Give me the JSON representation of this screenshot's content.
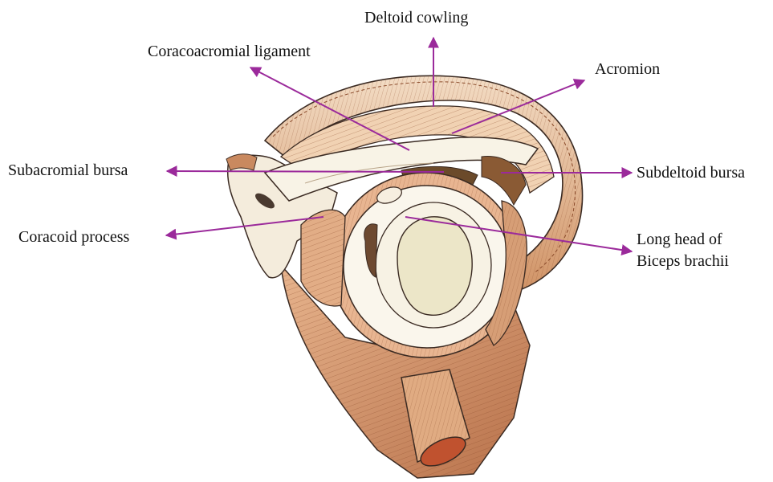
{
  "labels": {
    "deltoid_cowling": "Deltoid cowling",
    "coracoacromial_ligament": "Coracoacromial ligament",
    "acromion": "Acromion",
    "subacromial_bursa": "Subacromial bursa",
    "subdeltoid_bursa": "Subdeltoid bursa",
    "coracoid_process": "Coracoid process",
    "long_head_line1": "Long head of",
    "long_head_line2": "Biceps brachii"
  },
  "colors": {
    "arrow": "#9b2a9b",
    "muscle": "#d9a27a",
    "muscle_dark": "#a9603a",
    "bone": "#f6f1e4",
    "outline": "#3a2a22"
  }
}
